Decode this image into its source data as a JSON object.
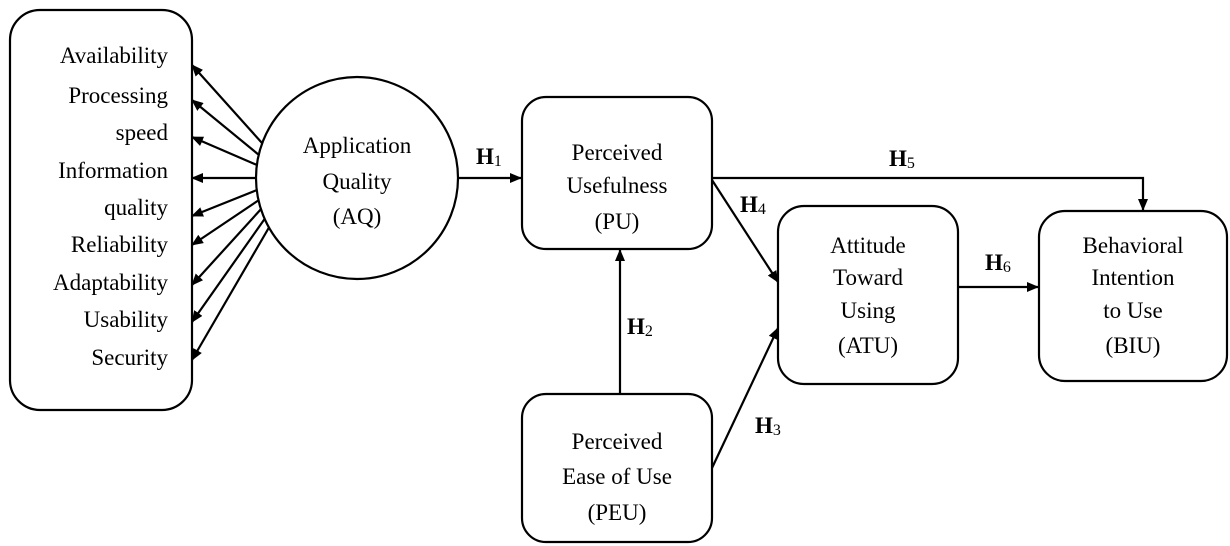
{
  "indicators": [
    "Availability",
    "Processing",
    "speed",
    "Information",
    "quality",
    "Reliability",
    "Adaptability",
    "Usability",
    "Security"
  ],
  "nodes": {
    "aq": [
      "Application",
      "Quality",
      "(AQ)"
    ],
    "pu": [
      "Perceived",
      "Usefulness",
      "(PU)"
    ],
    "peu": [
      "Perceived",
      "Ease of Use",
      "(PEU)"
    ],
    "atu": [
      "Attitude",
      "Toward",
      "Using",
      "(ATU)"
    ],
    "biu": [
      "Behavioral",
      "Intention",
      "to Use",
      "(BIU)"
    ]
  },
  "hypotheses": {
    "h1": {
      "letter": "H",
      "sub": "1"
    },
    "h2": {
      "letter": "H",
      "sub": "2"
    },
    "h3": {
      "letter": "H",
      "sub": "3"
    },
    "h4": {
      "letter": "H",
      "sub": "4"
    },
    "h5": {
      "letter": "H",
      "sub": "5"
    },
    "h6": {
      "letter": "H",
      "sub": "6"
    }
  },
  "colors": {
    "stroke": "#000000",
    "background": "#ffffff"
  }
}
